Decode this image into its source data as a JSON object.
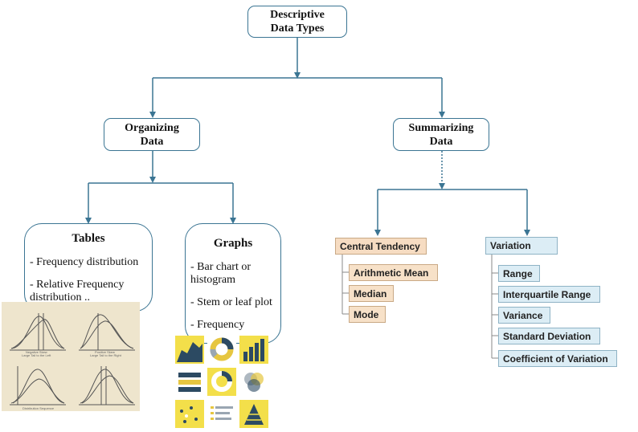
{
  "root": {
    "line1": "Descriptive",
    "line2": "Data Types"
  },
  "organizing": {
    "line1": "Organizing",
    "line2": "Data"
  },
  "summarizing": {
    "line1": "Summarizing",
    "line2": "Data"
  },
  "tables": {
    "title": "Tables",
    "item1": "- Frequency distribution",
    "item2a": "- Relative Frequency",
    "item2b": "distribution .."
  },
  "graphs": {
    "title": "Graphs",
    "item1a": "- Bar chart or",
    "item1b": "histogram",
    "item2": "- Stem or leaf plot",
    "item3": "- Frequency"
  },
  "central_tendency": {
    "label": "Central Tendency",
    "items": [
      "Arithmetic Mean",
      "Median",
      "Mode"
    ]
  },
  "variation": {
    "label": "Variation",
    "items": [
      "Range",
      "Interquartile Range",
      "Variance",
      "Standard Deviation",
      "Coefficient of Variation"
    ]
  },
  "distribution_image": {
    "captions": [
      "Negative Skew\nLarge Tail to the Left",
      "Positive Skew\nLarge Tail to the Right",
      "",
      "Distribution Sequence"
    ]
  },
  "colors": {
    "connector": "#3b7593",
    "beige": "#f6dcc2",
    "light_blue": "#dcedf5",
    "icon_yellow": "#f3df4a",
    "icon_navy": "#27445c"
  }
}
